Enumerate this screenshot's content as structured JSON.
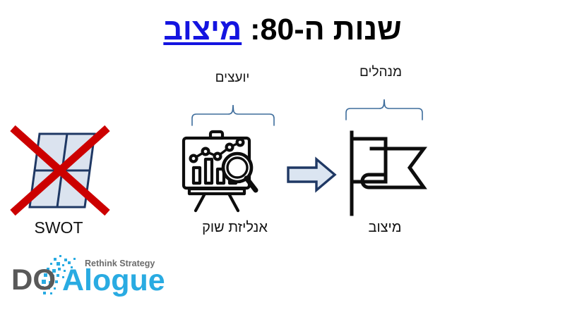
{
  "slide": {
    "background_color": "#ffffff",
    "title": {
      "plain_part": "שנות ה-80: ",
      "accent_part": "מיצוב",
      "accent_color": "#1414e0",
      "full_text": "שנות ה-80: מיצוב"
    },
    "group_labels": {
      "consultants": "יועצים",
      "managers": "מנהלים",
      "brace_color": "#3e6d9c"
    },
    "captions": {
      "market_analysis": "אנליזת שוק",
      "positioning": "מיצוב",
      "swot": "SWOT"
    },
    "icons": {
      "swot_matrix": {
        "name": "swot-matrix-icon",
        "fill_color": "#dbe3ef",
        "stroke_color": "#1f3864",
        "crossed_out": true,
        "cross_color": "#cc0000"
      },
      "market_analysis": {
        "name": "presentation-chart-magnifier-icon",
        "stroke_color": "#0d0d0d"
      },
      "arrow": {
        "name": "right-arrow-icon",
        "fill_color": "#dbe5f1",
        "stroke_color": "#1f3864"
      },
      "flag": {
        "name": "flag-icon",
        "stroke_color": "#0d0d0d"
      }
    },
    "logo": {
      "word_dark": "DO",
      "word_light": "Alogue",
      "tagline": "Rethink Strategy",
      "dark_color": "#595959",
      "light_color": "#29abe2",
      "tagline_color": "#6b6b6b"
    }
  }
}
